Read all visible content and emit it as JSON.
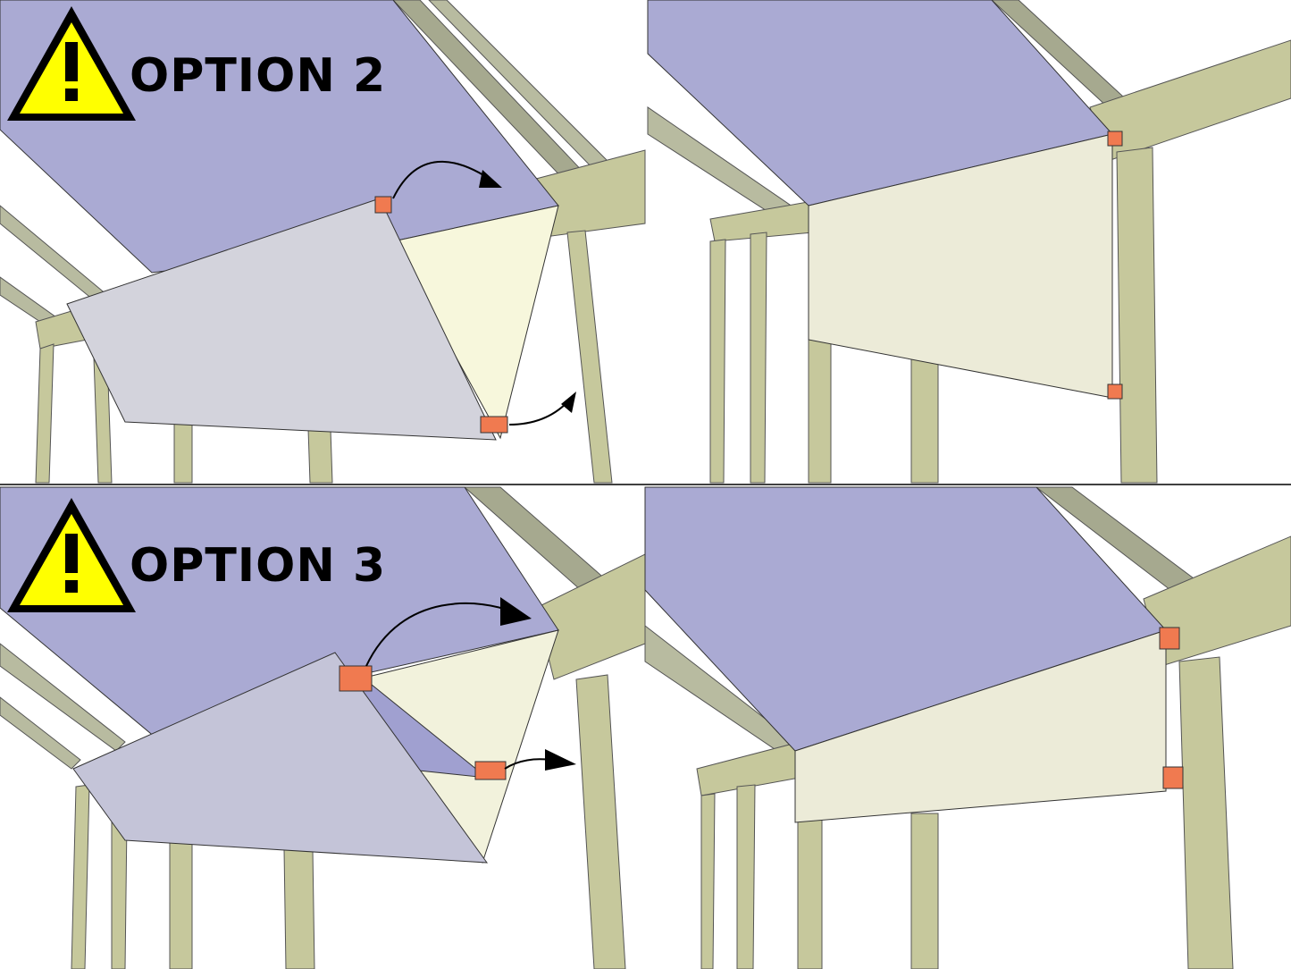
{
  "panels": [
    {
      "id": "option2-before",
      "label": "OPTION 2",
      "icon": "warning-icon"
    },
    {
      "id": "option2-after"
    },
    {
      "id": "option3-before",
      "label": "OPTION 3",
      "icon": "warning-icon"
    },
    {
      "id": "option3-after"
    }
  ],
  "colors": {
    "roof": "#aaaad3",
    "panel_grey": "#d3d3dc",
    "panel_cream": "#ecebd8",
    "panel_yellow": "#f7f7dc",
    "frame": "#c6c89c",
    "frame_dark": "#9fa392",
    "bracket": "#f07a50",
    "warning": "#ffff00"
  }
}
